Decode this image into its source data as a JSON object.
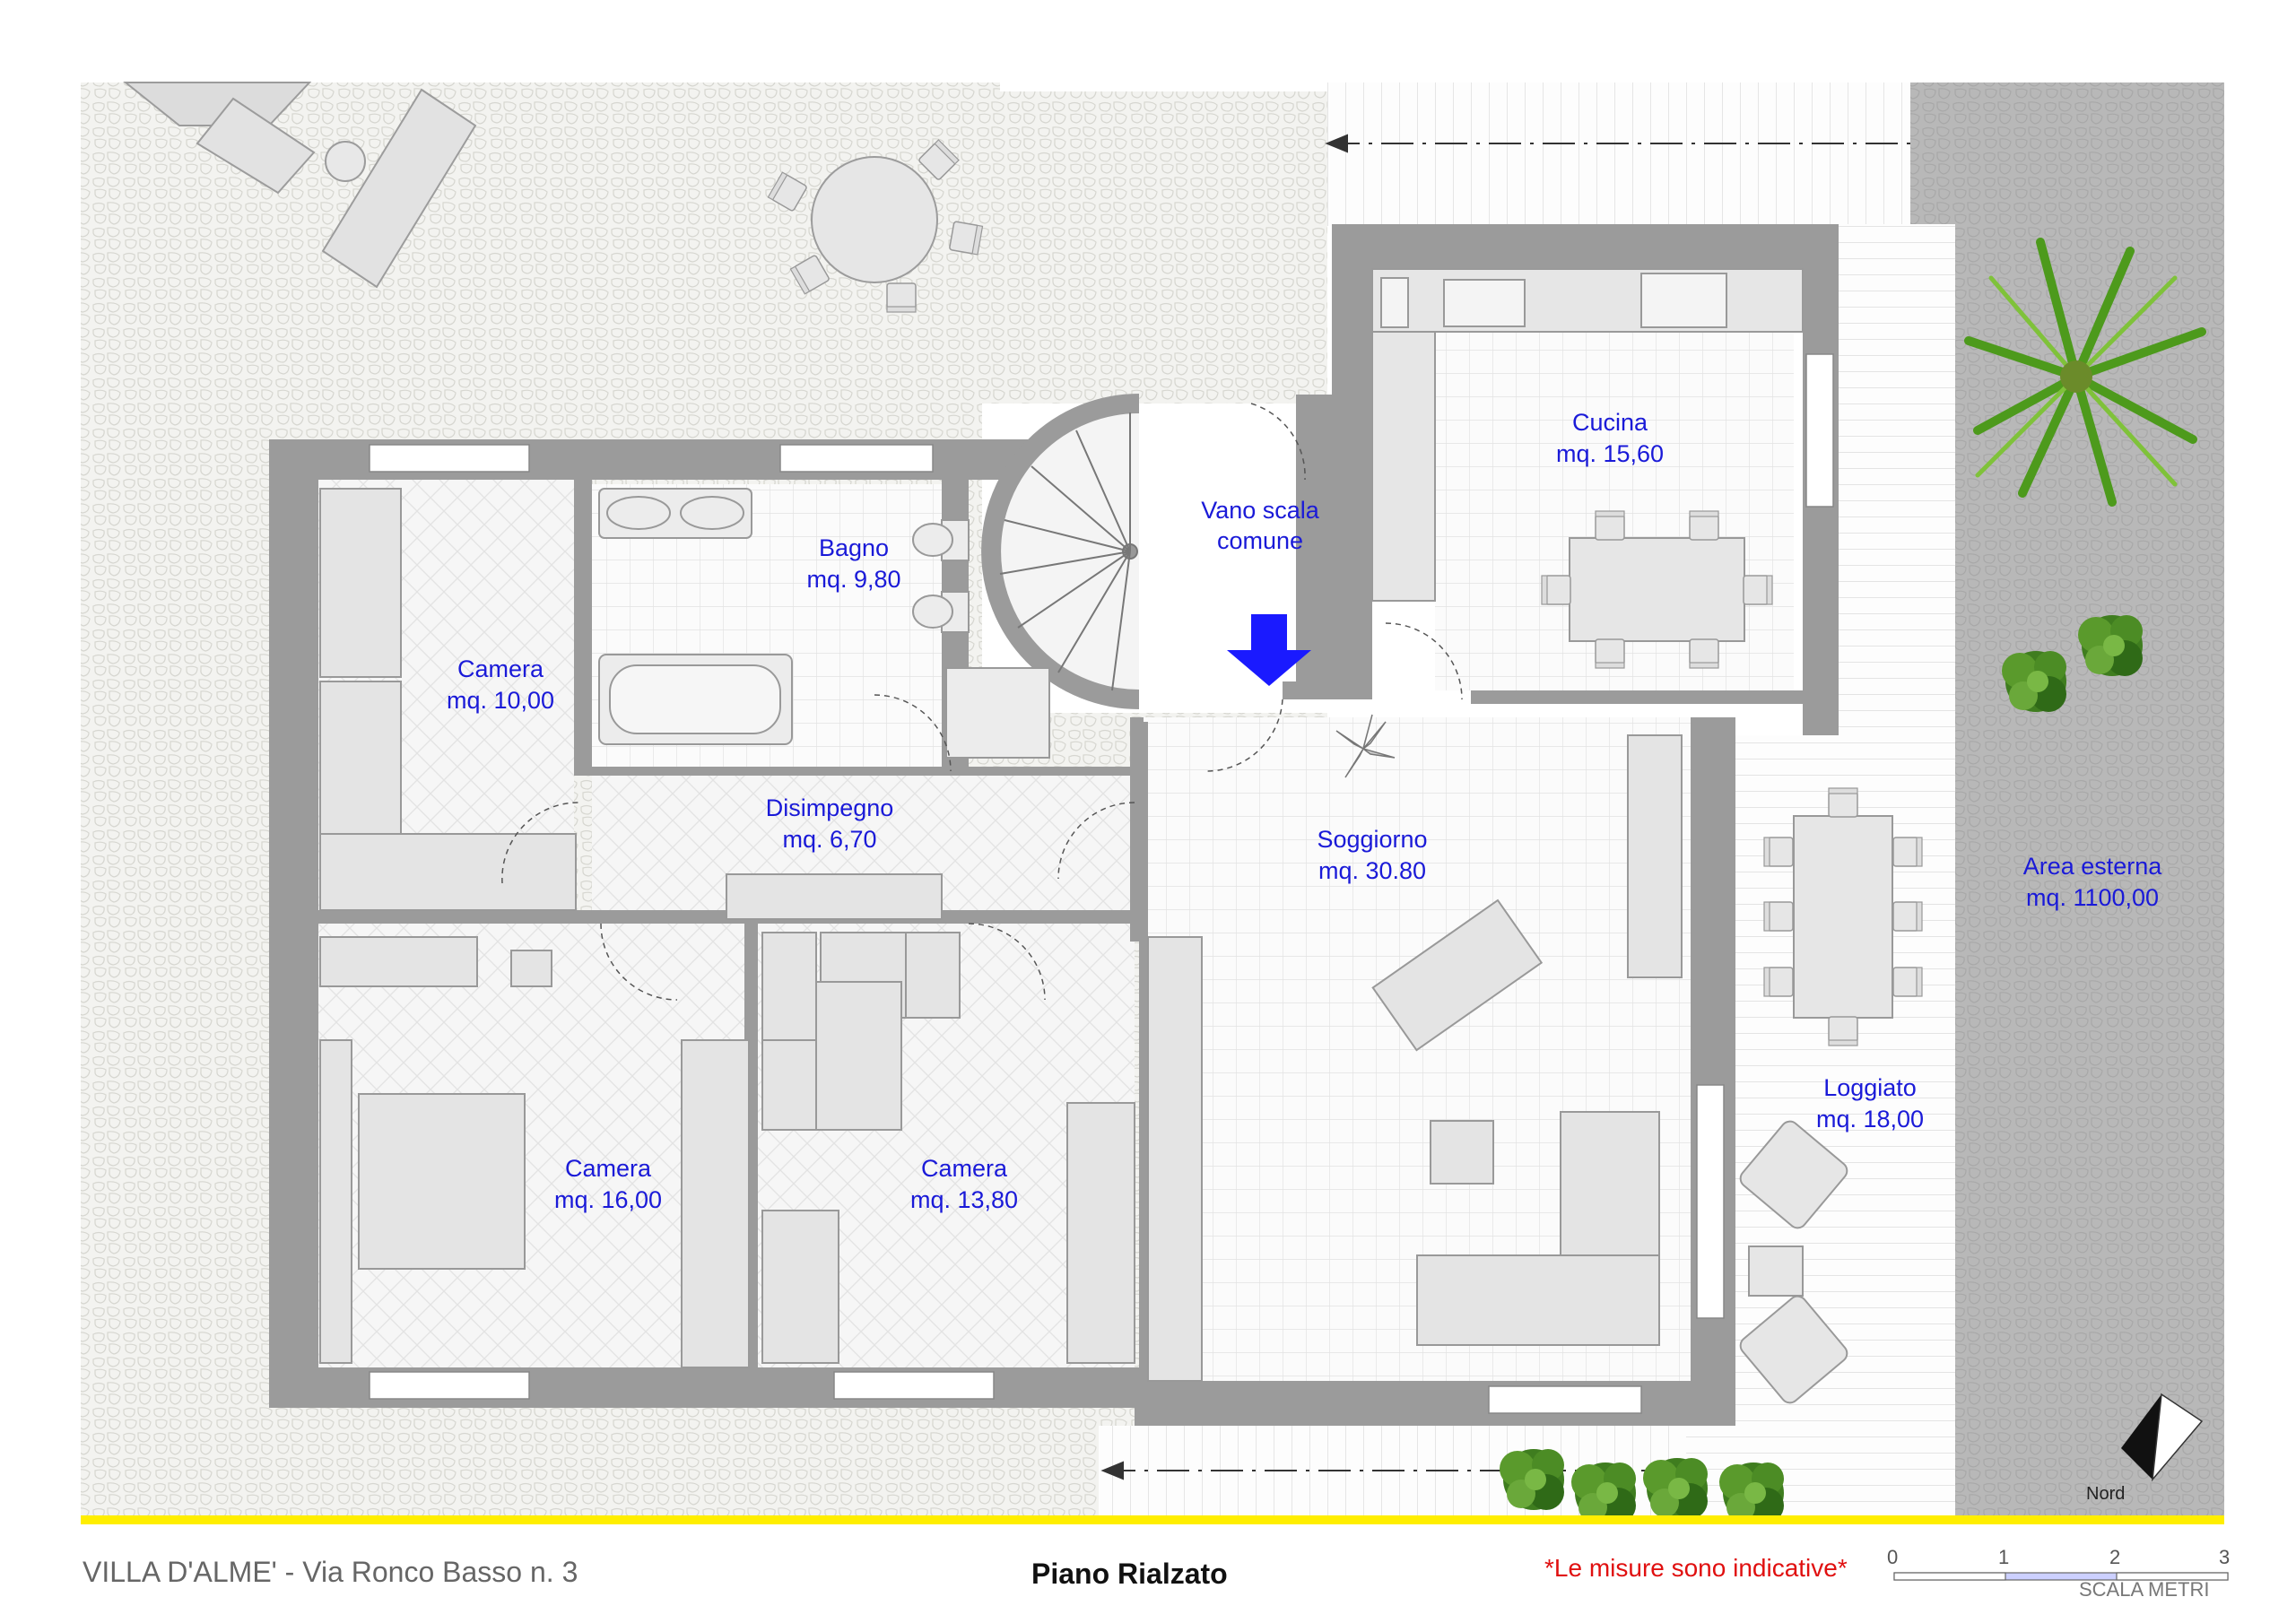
{
  "rooms": [
    {
      "name": "Cucina",
      "area": "mq. 15,60"
    },
    {
      "name": "Bagno",
      "area": "mq. 9,80"
    },
    {
      "name": "Vano scala",
      "area": "comune"
    },
    {
      "name": "Camera",
      "area": "mq. 10,00"
    },
    {
      "name": "Disimpegno",
      "area": "mq. 6,70"
    },
    {
      "name": "Soggiorno",
      "area": "mq. 30.80"
    },
    {
      "name": "Area esterna",
      "area": "mq. 1100,00"
    },
    {
      "name": "Loggiato",
      "area": "mq. 18,00"
    },
    {
      "name": "Camera",
      "area": "mq. 16,00"
    },
    {
      "name": "Camera",
      "area": "mq. 13,80"
    }
  ],
  "compass": {
    "label": "Nord"
  },
  "footer": {
    "address": "VILLA D'ALME' - Via Ronco Basso n. 3",
    "level": "Piano Rialzato",
    "note": "*Le misure sono indicative*"
  },
  "scale": {
    "ticks": [
      "0",
      "1",
      "2",
      "3"
    ],
    "label": "SCALA METRI"
  },
  "colors": {
    "wall": "#9a9a9a",
    "label": "#1a1ad8",
    "accent": "#ffee00",
    "arrow": "#1a1aff",
    "note": "#e01010"
  }
}
